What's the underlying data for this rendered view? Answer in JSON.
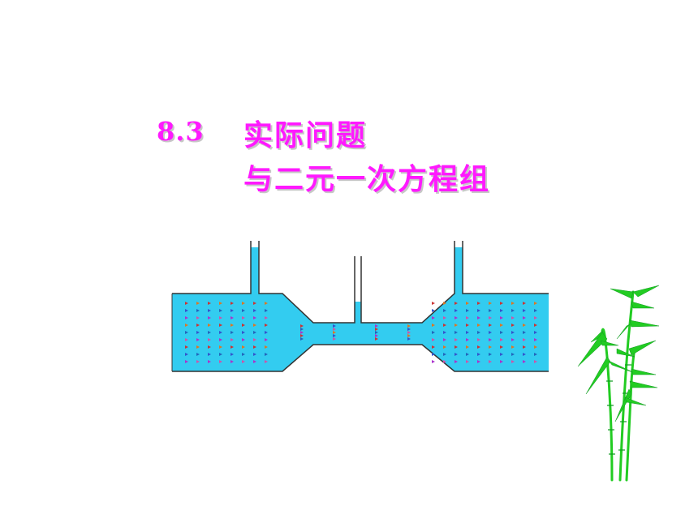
{
  "title": {
    "number": "8.3",
    "line1": "实际问题",
    "line2": "与二元一次方程组"
  },
  "colors": {
    "title": "#ff19ff",
    "water": "#33ccf0",
    "outline": "#333333",
    "bamboo": "#22cc22",
    "bamboo_dark": "#0f9a20"
  },
  "icons": {
    "diagram": "pipe-flow-diagram",
    "decoration": "bamboo-icon"
  }
}
